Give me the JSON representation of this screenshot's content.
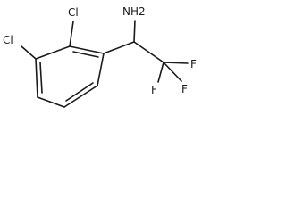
{
  "structure": {
    "labels": {
      "cl_top": "Cl",
      "cl_left": "Cl",
      "nh2": "NH2",
      "f_right": "F",
      "f_bottom_left": "F",
      "f_bottom_right": "F"
    }
  }
}
